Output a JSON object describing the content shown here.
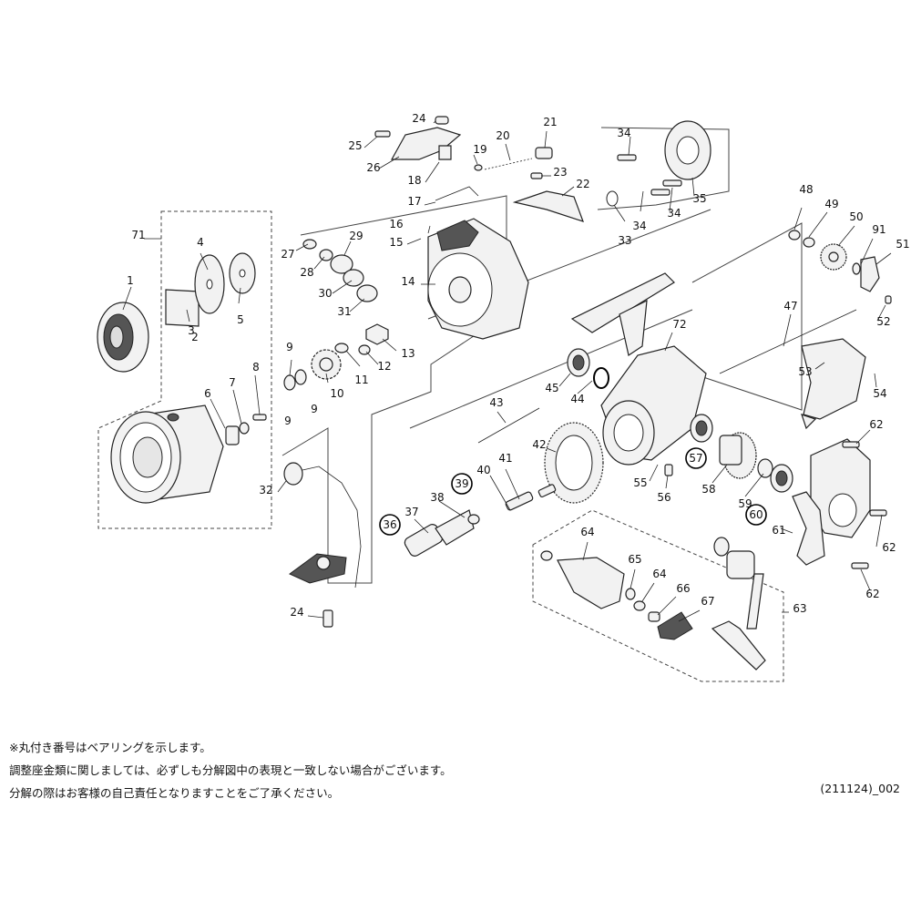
{
  "parts": [
    {
      "id": "p1",
      "label": "1"
    },
    {
      "id": "p2",
      "label": "2"
    },
    {
      "id": "p3",
      "label": "3"
    },
    {
      "id": "p4",
      "label": "4"
    },
    {
      "id": "p5",
      "label": "5"
    },
    {
      "id": "p6",
      "label": "6"
    },
    {
      "id": "p7",
      "label": "7"
    },
    {
      "id": "p8",
      "label": "8"
    },
    {
      "id": "p9a",
      "label": "9"
    },
    {
      "id": "p9b",
      "label": "9"
    },
    {
      "id": "p9c",
      "label": "9"
    },
    {
      "id": "p10",
      "label": "10"
    },
    {
      "id": "p11",
      "label": "11"
    },
    {
      "id": "p12",
      "label": "12"
    },
    {
      "id": "p13",
      "label": "13"
    },
    {
      "id": "p14",
      "label": "14"
    },
    {
      "id": "p15",
      "label": "15"
    },
    {
      "id": "p16",
      "label": "16"
    },
    {
      "id": "p17",
      "label": "17"
    },
    {
      "id": "p18",
      "label": "18"
    },
    {
      "id": "p19",
      "label": "19"
    },
    {
      "id": "p20",
      "label": "20"
    },
    {
      "id": "p21",
      "label": "21"
    },
    {
      "id": "p22",
      "label": "22"
    },
    {
      "id": "p23",
      "label": "23"
    },
    {
      "id": "p24a",
      "label": "24"
    },
    {
      "id": "p24b",
      "label": "24"
    },
    {
      "id": "p25",
      "label": "25"
    },
    {
      "id": "p26",
      "label": "26"
    },
    {
      "id": "p27",
      "label": "27"
    },
    {
      "id": "p28",
      "label": "28"
    },
    {
      "id": "p29",
      "label": "29"
    },
    {
      "id": "p30",
      "label": "30"
    },
    {
      "id": "p31",
      "label": "31"
    },
    {
      "id": "p32",
      "label": "32"
    },
    {
      "id": "p33",
      "label": "33"
    },
    {
      "id": "p34a",
      "label": "34"
    },
    {
      "id": "p34b",
      "label": "34"
    },
    {
      "id": "p34c",
      "label": "34"
    },
    {
      "id": "p35",
      "label": "35"
    },
    {
      "id": "p36",
      "label": "36"
    },
    {
      "id": "p37",
      "label": "37"
    },
    {
      "id": "p38",
      "label": "38"
    },
    {
      "id": "p39",
      "label": "39"
    },
    {
      "id": "p40",
      "label": "40"
    },
    {
      "id": "p41",
      "label": "41"
    },
    {
      "id": "p42",
      "label": "42"
    },
    {
      "id": "p43",
      "label": "43"
    },
    {
      "id": "p44",
      "label": "44"
    },
    {
      "id": "p45",
      "label": "45"
    },
    {
      "id": "p47",
      "label": "47"
    },
    {
      "id": "p48",
      "label": "48"
    },
    {
      "id": "p49",
      "label": "49"
    },
    {
      "id": "p50",
      "label": "50"
    },
    {
      "id": "p51",
      "label": "51"
    },
    {
      "id": "p52",
      "label": "52"
    },
    {
      "id": "p53",
      "label": "53"
    },
    {
      "id": "p54",
      "label": "54"
    },
    {
      "id": "p55",
      "label": "55"
    },
    {
      "id": "p56",
      "label": "56"
    },
    {
      "id": "p57",
      "label": "57"
    },
    {
      "id": "p58",
      "label": "58"
    },
    {
      "id": "p59",
      "label": "59"
    },
    {
      "id": "p60",
      "label": "60"
    },
    {
      "id": "p61",
      "label": "61"
    },
    {
      "id": "p62a",
      "label": "62"
    },
    {
      "id": "p62b",
      "label": "62"
    },
    {
      "id": "p62c",
      "label": "62"
    },
    {
      "id": "p63",
      "label": "63"
    },
    {
      "id": "p64a",
      "label": "64"
    },
    {
      "id": "p64b",
      "label": "64"
    },
    {
      "id": "p65",
      "label": "65"
    },
    {
      "id": "p66",
      "label": "66"
    },
    {
      "id": "p67",
      "label": "67"
    },
    {
      "id": "p71",
      "label": "71"
    },
    {
      "id": "p72",
      "label": "72"
    },
    {
      "id": "p91",
      "label": "91"
    }
  ],
  "notes": {
    "line1": "※丸付き番号はベアリングを示します。",
    "line2": "調整座金類に関しましては、必ずしも分解図中の表現と一致しない場合がございます。",
    "line3": "分解の際はお客様の自己責任となりますことをご了承ください。"
  },
  "doc_code": "(211124)_002"
}
